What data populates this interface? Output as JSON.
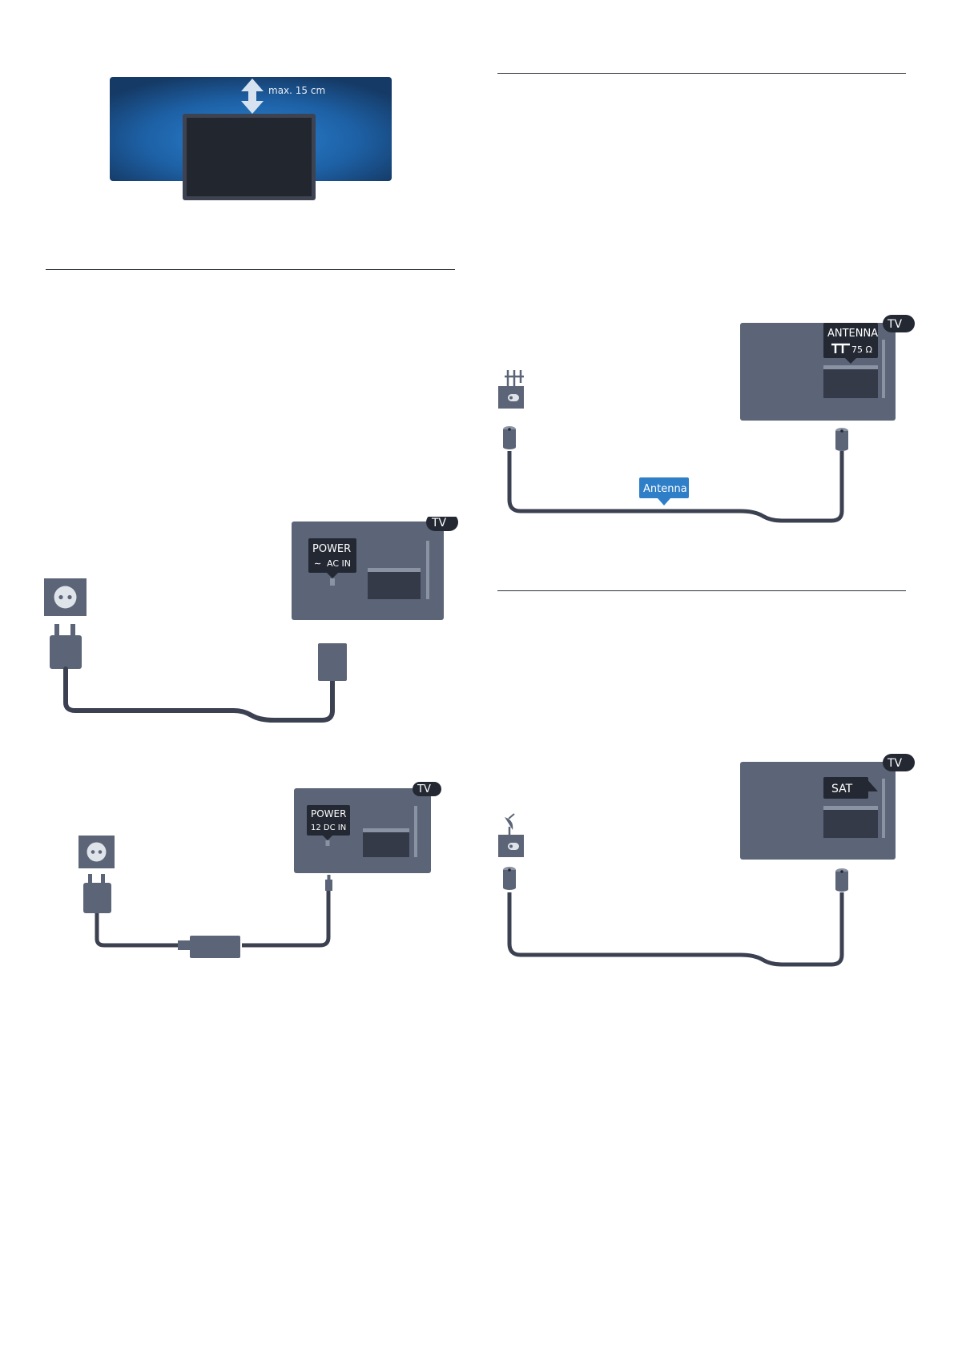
{
  "placement": {
    "distance_label": "max. 15 cm"
  },
  "power_ac": {
    "tv_badge": "TV",
    "port_title": "POWER",
    "port_subtitle": "AC IN"
  },
  "power_dc": {
    "tv_badge": "TV",
    "port_title": "POWER",
    "port_subtitle": "12 DC IN"
  },
  "antenna": {
    "tv_badge": "TV",
    "port_title": "ANTENNA",
    "port_subtitle": "75 Ω",
    "cable_label": "Antenna"
  },
  "satellite": {
    "tv_badge": "TV",
    "port_title": "SAT"
  },
  "colors": {
    "tv_body": "#5b6577",
    "cable": "#3b4150",
    "label_bg": "#232833",
    "bubble_blue": "#2f7fc8",
    "wall_blue": "#1f6ab5"
  }
}
